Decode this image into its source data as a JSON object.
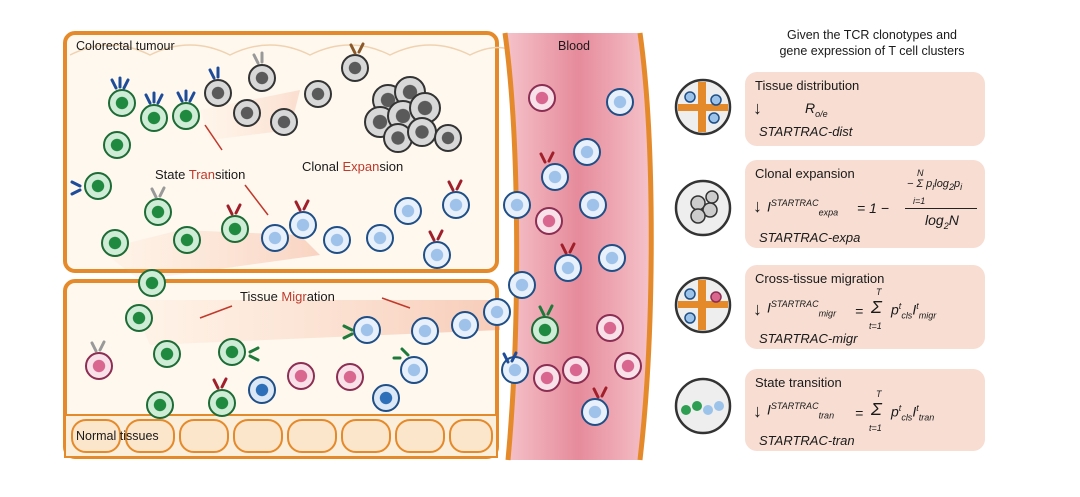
{
  "labels": {
    "colorectal": "Colorectal tumour",
    "blood": "Blood",
    "normal": "Normal tissues",
    "clonal_a": "Clonal ",
    "clonal_b": "Expan",
    "clonal_c": "sion",
    "state_a": "State ",
    "state_b": "Tran",
    "state_c": "sition",
    "migr_a": "Tissue ",
    "migr_b": "Migr",
    "migr_c": "ation"
  },
  "header": {
    "line1": "Given the TCR clonotypes and",
    "line2": "gene expression of T cell clusters"
  },
  "panels": [
    {
      "title": "Tissue distribution",
      "symbol": "R",
      "symbol_sub": "o/e",
      "method": "STARTRAC-dist"
    },
    {
      "title": "Clonal expansion",
      "method": "STARTRAC-expa",
      "formula_lhs": "I",
      "lhs_sup": "STARTRAC",
      "lhs_sub": "expa",
      "formula_rhs": "= 1 −",
      "num": "− Σ p",
      "num_sub": "i",
      "num_tail": "log",
      "num_tail_sub": "2",
      "num_tail2": "p",
      "num_tail2_sub": "i",
      "sum_top": "N",
      "sum_bot": "i=1",
      "den": "log",
      "den_sub": "2",
      "den_tail": "N"
    },
    {
      "title": "Cross-tissue migration",
      "method": "STARTRAC-migr",
      "lhs": "I",
      "lhs_sup": "STARTRAC",
      "lhs_sub": "migr",
      "eq": "=",
      "sum_top": "T",
      "sum_bot": "t=1",
      "p": "p",
      "p_sup": "t",
      "p_sub": "cls",
      "i": "I",
      "i_sup": "t",
      "i_sub": "migr"
    },
    {
      "title": "State transition",
      "method": "STARTRAC-tran",
      "lhs": "I",
      "lhs_sup": "STARTRAC",
      "lhs_sub": "tran",
      "eq": "=",
      "sum_top": "T",
      "sum_bot": "t=1",
      "p": "p",
      "p_sup": "t",
      "p_sub": "cls",
      "i": "I",
      "i_sup": "t",
      "i_sub": "tran"
    }
  ],
  "colors": {
    "tissue_border": "#e58a2a",
    "tissue_fill": "#fff8ee",
    "vessel": "#f0b4bd",
    "green": "#2e9e52",
    "blue": "#9cc3ea",
    "grey": "#6b6b6b",
    "pink": "#d9668f",
    "panel": "#f7ddd2",
    "highlight": "#c0392b"
  }
}
